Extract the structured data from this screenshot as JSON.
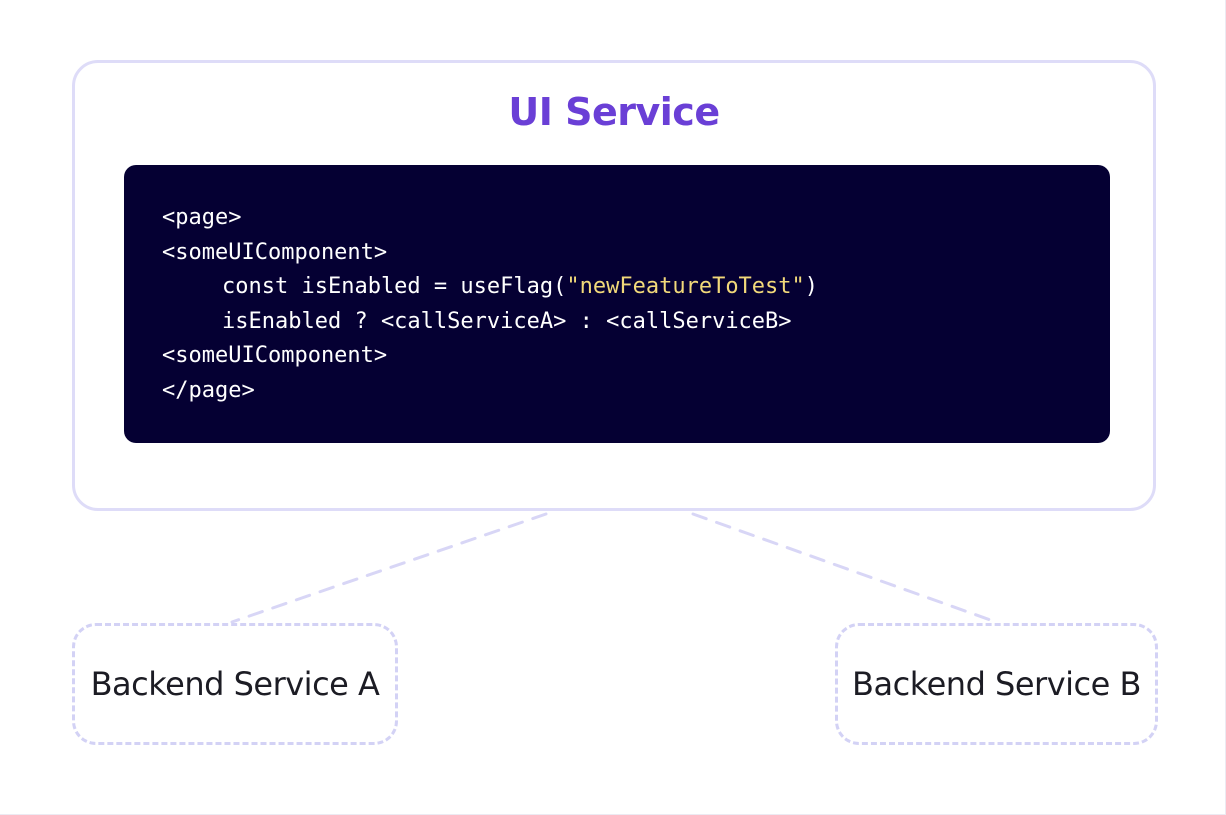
{
  "ui_service": {
    "title": "UI Service",
    "code": {
      "line_1": "<page>",
      "line_2": "<someUIComponent>",
      "line_3_prefix": "const isEnabled = useFlag(",
      "line_3_string": "\"newFeatureToTest\"",
      "line_3_suffix": ")",
      "line_4": "isEnabled ? <callServiceA> : <callServiceB>",
      "line_5": "<someUIComponent>",
      "line_6": "</page>"
    }
  },
  "backends": {
    "a_label": "Backend Service A",
    "b_label": "Backend Service B"
  },
  "colors": {
    "title": "#6a3fd6",
    "code_background": "#050033",
    "code_string": "#f2d97a",
    "box_border": "#dedcf8",
    "dashed_border": "#d3d2f5"
  }
}
